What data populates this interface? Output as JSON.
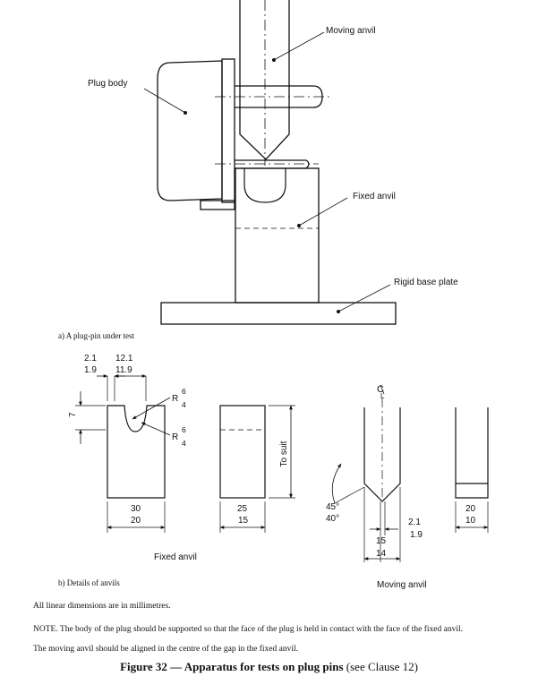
{
  "labels": {
    "moving_anvil": "Moving anvil",
    "plug_body": "Plug body",
    "fixed_anvil": "Fixed anvil",
    "rigid_base_plate": "Rigid base plate"
  },
  "subcaptions": {
    "a": "a) A plug-pin under test",
    "b": "b) Details of anvils"
  },
  "detail_labels": {
    "fixed_anvil": "Fixed anvil",
    "moving_anvil": "Moving anvil",
    "centre_line": "C",
    "centre_line_sub": "L",
    "to_suit": "To suit"
  },
  "dims": {
    "d1_top": "2.1",
    "d1_bot": "1.9",
    "d2_top": "12.1",
    "d2_bot": "11.9",
    "r1": "R",
    "r1_top": "6",
    "r1_bot": "4",
    "r2": "R",
    "r2_top": "6",
    "r2_bot": "4",
    "seven": "7",
    "fa_w_top": "30",
    "fa_w_bot": "20",
    "blk_w_top": "25",
    "blk_w_bot": "15",
    "ang_top": "45°",
    "ang_bot": "40°",
    "ma_gap_top": "2.1",
    "ma_gap_bot": "1.9",
    "ma_w_top": "15",
    "ma_w_bot": "14",
    "side_w_top": "20",
    "side_w_bot": "10"
  },
  "notes": {
    "units": "All linear dimensions are in millimetres.",
    "note1": "NOTE. The body of the plug should be supported so that the face of the plug is held in contact with the face of the fixed anvil.",
    "note2": "The moving anvil should be aligned in the centre of the gap in the fixed anvil."
  },
  "caption": {
    "figure": "Figure 32 — Apparatus for tests on plug pins",
    "ref": "(see Clause 12)"
  }
}
